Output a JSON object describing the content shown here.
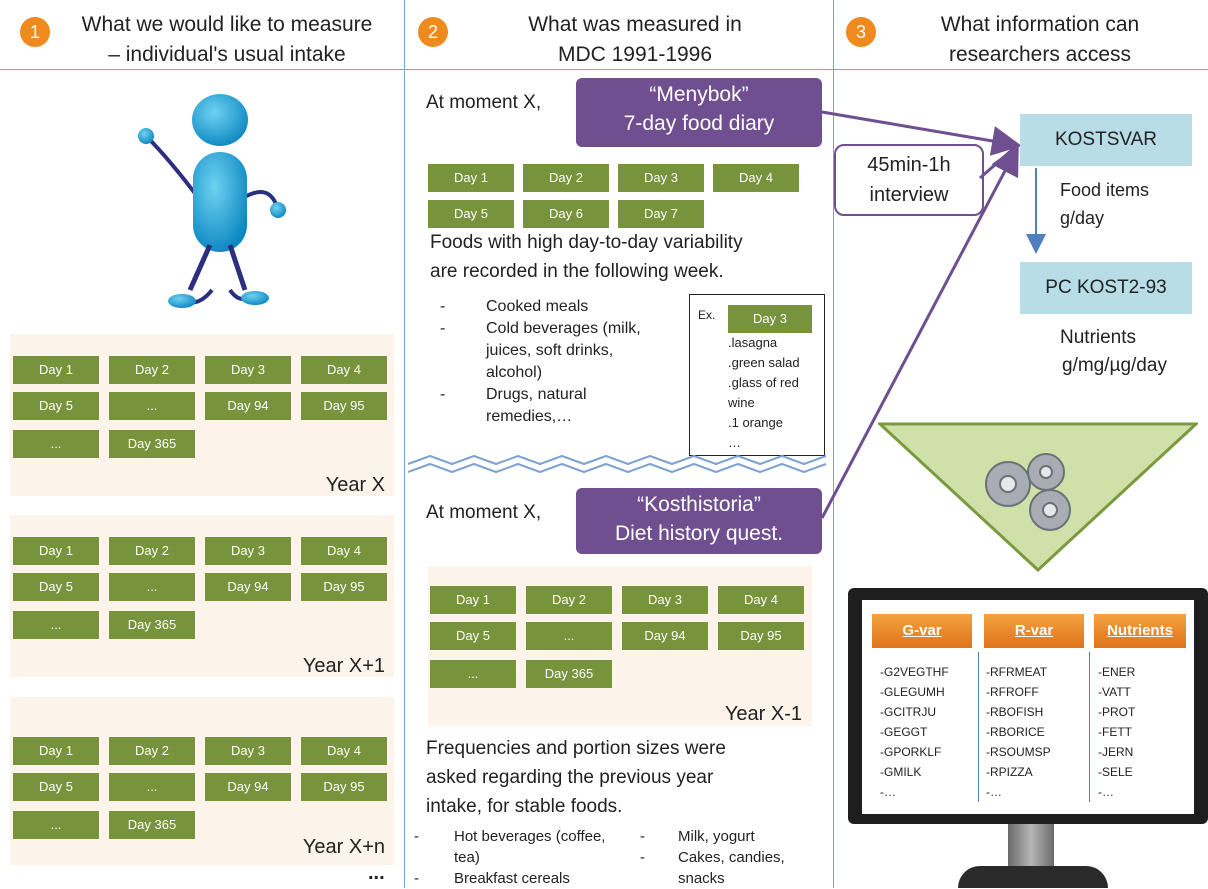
{
  "columns": [
    {
      "number": "1",
      "title_l1": "What we would like to measure",
      "title_l2": "– individual's usual intake"
    },
    {
      "number": "2",
      "title_l1": "What was measured in",
      "title_l2": "MDC 1991-1996"
    },
    {
      "number": "3",
      "title_l1": "What information can",
      "title_l2": "researchers access"
    }
  ],
  "col1": {
    "panels": [
      {
        "days": [
          "Day 1",
          "Day 2",
          "Day 3",
          "Day 4",
          "Day 5",
          "...",
          "Day 94",
          "Day 95",
          "...",
          "Day 365"
        ],
        "year": "Year X"
      },
      {
        "days": [
          "Day 1",
          "Day 2",
          "Day 3",
          "Day 4",
          "Day 5",
          "...",
          "Day 94",
          "Day 95",
          "...",
          "Day 365"
        ],
        "year": "Year X+1"
      },
      {
        "days": [
          "Day 1",
          "Day 2",
          "Day 3",
          "Day 4",
          "Day 5",
          "...",
          "Day 94",
          "Day 95",
          "...",
          "Day 365"
        ],
        "year": "Year X+n"
      }
    ],
    "ellipsis": "..."
  },
  "col2": {
    "moment1": "At moment X,",
    "menybok_l1": "“Menybok”",
    "menybok_l2": "7-day food diary",
    "week_days": [
      "Day 1",
      "Day 2",
      "Day 3",
      "Day 4",
      "Day 5",
      "Day 6",
      "Day 7"
    ],
    "variability_l1": "Foods with high day-to-day variability",
    "variability_l2": "are recorded in the following week.",
    "bullets1": [
      "Cooked meals",
      "Cold beverages (milk, juices, soft drinks, alcohol)",
      "Drugs, natural remedies,…"
    ],
    "example_label": "Ex.",
    "example_day": "Day 3",
    "example_items": [
      ".lasagna",
      ".green salad",
      ".glass of red wine",
      ".1 orange",
      "…"
    ],
    "moment2": "At moment X,",
    "kost_l1": "“Kosthistoria”",
    "kost_l2": "Diet history quest.",
    "year_days": [
      "Day 1",
      "Day 2",
      "Day 3",
      "Day 4",
      "Day 5",
      "...",
      "Day 94",
      "Day 95",
      "...",
      "Day 365"
    ],
    "year_label": "Year X-1",
    "freq_l1": "Frequencies and portion sizes were",
    "freq_l2": "asked regarding the previous year",
    "freq_l3": "intake, for stable foods.",
    "bullets2a": [
      "Hot beverages (coffee, tea)",
      "Breakfast cereals"
    ],
    "bullets2b": [
      "Milk, yogurt",
      "Cakes, candies, snacks"
    ]
  },
  "col3": {
    "interview_l1": "45min-1h",
    "interview_l2": "interview",
    "kostsvar": "KOSTSVAR",
    "food_l1": "Food items",
    "food_l2": "g/day",
    "pckost": "PC KOST2-93",
    "nutr_l1": "Nutrients",
    "nutr_l2": "g/mg/µg/day",
    "monitor_headers": [
      "G-var",
      "R-var",
      "Nutrients"
    ],
    "gvar": [
      "-G2VEGTHF",
      "-GLEGUMH",
      "-GCITRJU",
      "-GEGGT",
      "-GPORKLF",
      "-GMILK",
      "-…"
    ],
    "rvar": [
      "-RFRMEAT",
      "-RFROFF",
      "-RBOFISH",
      "-RBORICE",
      "-RSOUMSP",
      "-RPIZZA",
      "-…"
    ],
    "nvar": [
      "-ENER",
      "-VATT",
      "-PROT",
      "-FETT",
      "-JERN",
      "-SELE",
      "-…"
    ]
  },
  "colors": {
    "accent_orange": "#ef8a1f",
    "day_green": "#77933c",
    "purple": "#6f4f8f",
    "light_blue": "#b9dde6",
    "panel_beige": "#fcf3ea"
  }
}
